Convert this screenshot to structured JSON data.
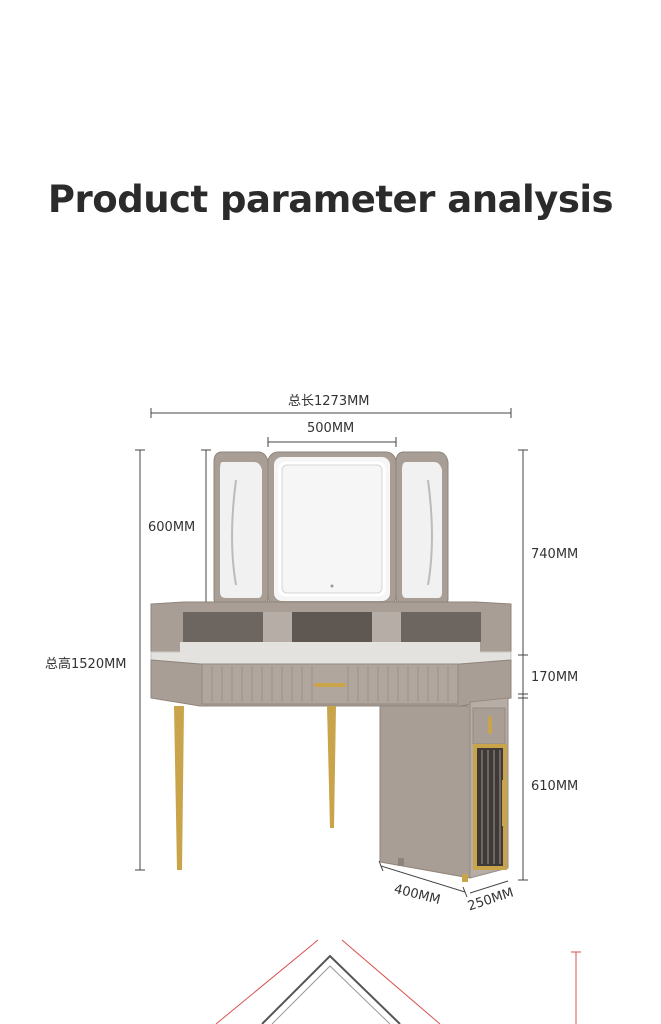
{
  "page": {
    "title": "Product parameter analysis"
  },
  "dimensions": {
    "total_length": "总长1273MM",
    "mirror_width": "500MM",
    "mirror_height": "600MM",
    "total_height": "总高1520MM",
    "upper_height": "740MM",
    "desk_height": "170MM",
    "cabinet_height": "610MM",
    "cabinet_depth": "400MM",
    "cabinet_width": "250MM"
  },
  "colors": {
    "body": "#a89e96",
    "body_dark": "#8e847c",
    "gold": "#c9a44a",
    "marble": "#e4e2df",
    "mirror": "#f4f4f4",
    "guide_red": "#d9534f"
  }
}
